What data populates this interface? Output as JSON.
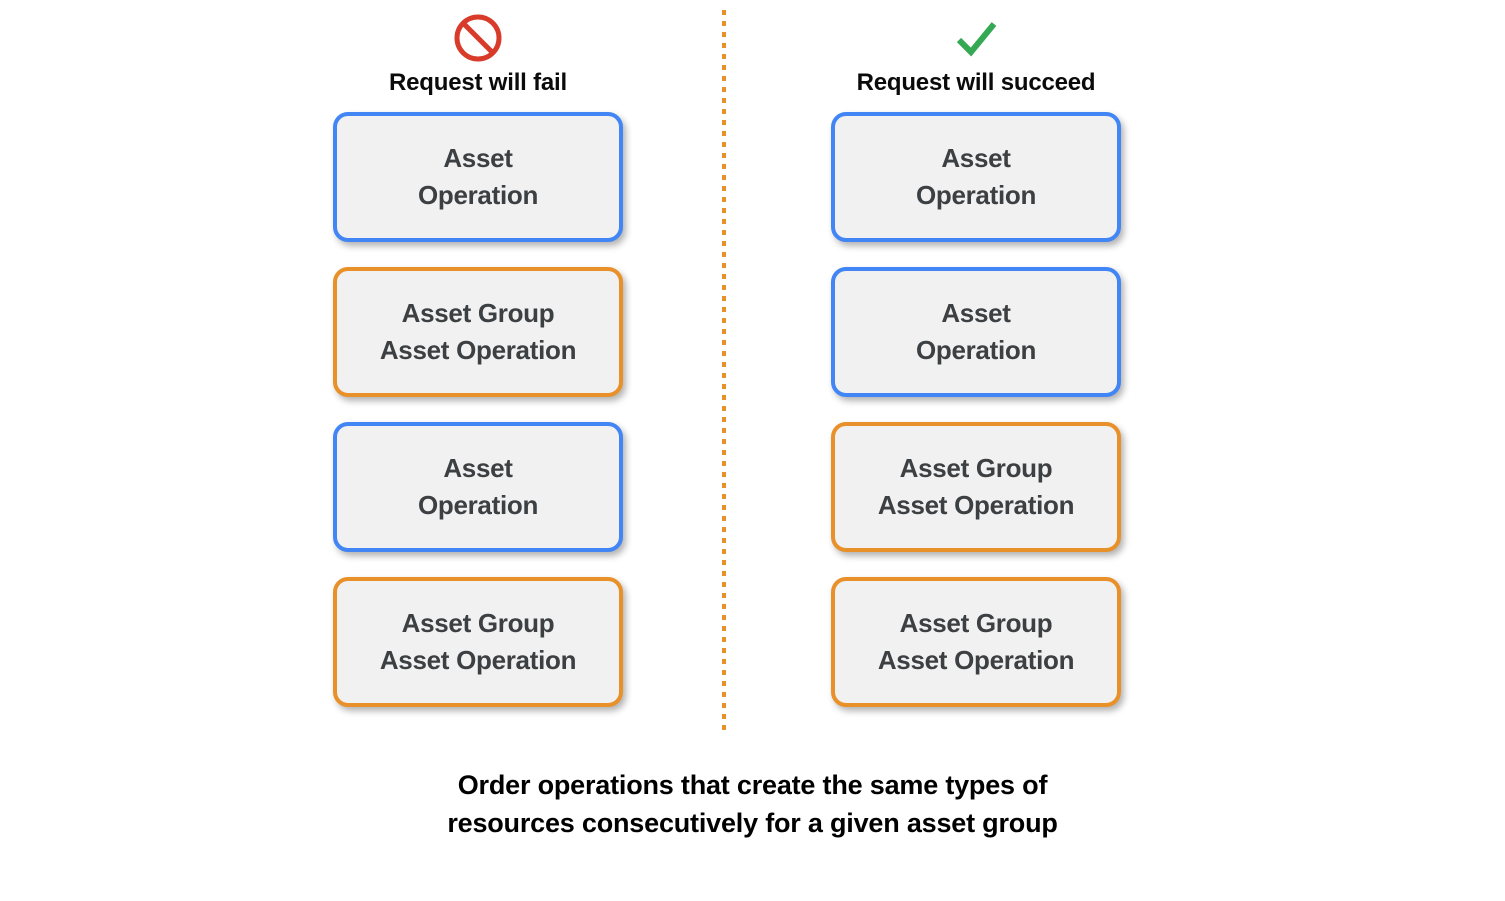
{
  "colors": {
    "asset_blue": "#4285f4",
    "asset_group_orange": "#e8912a",
    "fail_red": "#d93b2b",
    "succeed_green": "#34a853",
    "box_fill": "#f1f1f1",
    "box_text": "#3c4043",
    "divider_orange": "#e8912a",
    "caption_text": "#000000"
  },
  "columns": [
    {
      "id": "fail",
      "title": "Request will fail",
      "icon": "prohibition-icon",
      "icon_color": "#d93b2b",
      "boxes": [
        {
          "kind": "asset",
          "label": "Asset\nOperation"
        },
        {
          "kind": "asset-group",
          "label": "Asset Group\nAsset Operation"
        },
        {
          "kind": "asset",
          "label": "Asset\nOperation"
        },
        {
          "kind": "asset-group",
          "label": "Asset Group\nAsset Operation"
        }
      ]
    },
    {
      "id": "succeed",
      "title": "Request will succeed",
      "icon": "checkmark-icon",
      "icon_color": "#34a853",
      "boxes": [
        {
          "kind": "asset",
          "label": "Asset\nOperation"
        },
        {
          "kind": "asset",
          "label": "Asset\nOperation"
        },
        {
          "kind": "asset-group",
          "label": "Asset Group\nAsset Operation"
        },
        {
          "kind": "asset-group",
          "label": "Asset Group\nAsset Operation"
        }
      ]
    }
  ],
  "caption": "Order operations that create the same types of\nresources consecutively for a given asset group"
}
